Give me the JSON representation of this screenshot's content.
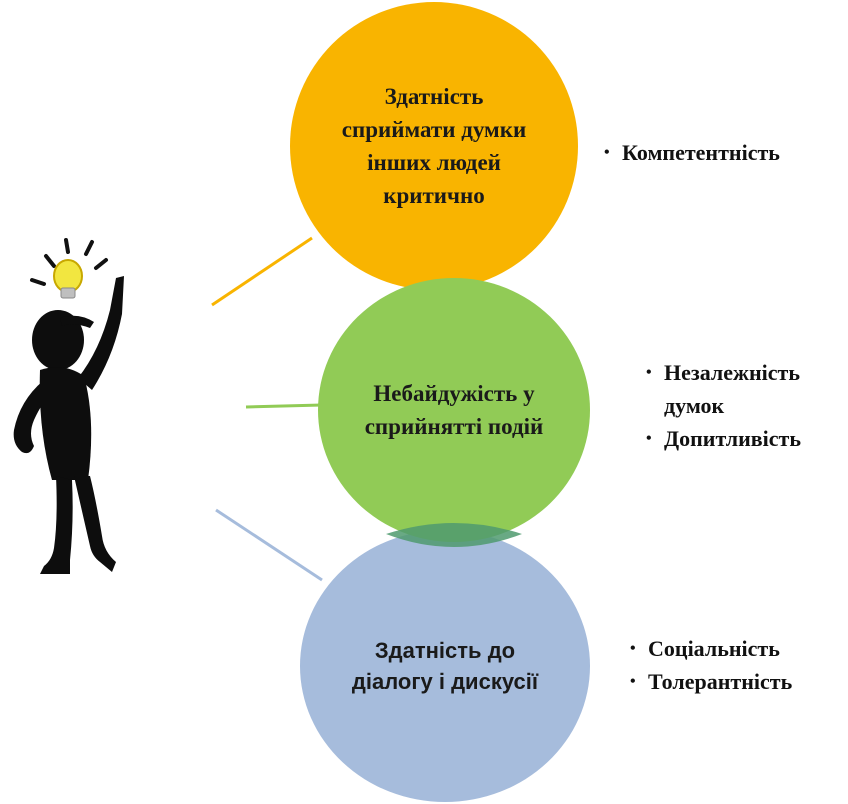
{
  "circles": [
    {
      "text": "Здатність сприймати думки інших людей критично",
      "color": "#f9b400"
    },
    {
      "text": "Небайдужість у сприйнятті подій",
      "color": "#91cb56"
    },
    {
      "text": "Здатність до діалогу і дискусії",
      "color": "#a6bcdc"
    }
  ],
  "bullets": {
    "group1": [
      "Компетентність"
    ],
    "group2": [
      "Незалежність думок",
      "Допитливість"
    ],
    "group3": [
      "Соціальність",
      "Толерантність"
    ]
  },
  "connector_colors": [
    "#f9b400",
    "#91cb56",
    "#a6bcdc"
  ],
  "icons": {
    "figure": "thinking-person-icon",
    "idea": "lightbulb-icon"
  }
}
